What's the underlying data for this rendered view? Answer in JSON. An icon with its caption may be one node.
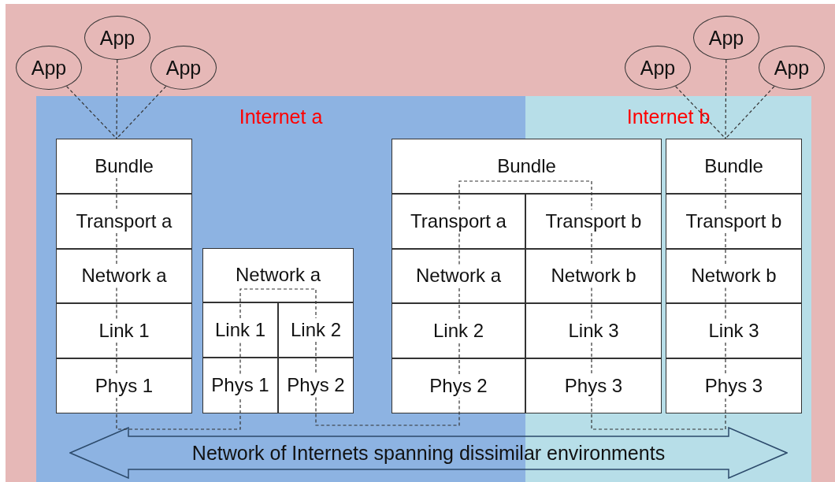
{
  "diagram": {
    "nodes": [
      {
        "text": [
          "App"
        ]
      },
      {
        "text": [
          "App"
        ]
      },
      {
        "text": [
          "App"
        ]
      },
      {
        "text": [
          "App"
        ]
      },
      {
        "text": [
          "App"
        ]
      },
      {
        "text": [
          "App"
        ]
      },
      {
        "text": [
          "Internet a"
        ]
      },
      {
        "text": [
          "Internet b"
        ]
      },
      {
        "text": [
          "Bundle"
        ],
        "in": 6
      },
      {
        "text": [
          "Transport a"
        ],
        "in": 6
      },
      {
        "text": [
          "Network a"
        ],
        "in": 6
      },
      {
        "text": [
          "Link 1"
        ],
        "in": 6
      },
      {
        "text": [
          "Phys 1"
        ],
        "in": 6
      },
      {
        "text": [
          "Network a"
        ],
        "in": 6
      },
      {
        "text": [
          "Link 1"
        ],
        "in": 6
      },
      {
        "text": [
          "Link 2"
        ],
        "in": 6
      },
      {
        "text": [
          "Phys 1"
        ],
        "in": 6
      },
      {
        "text": [
          "Phys 2"
        ],
        "in": 6
      },
      {
        "text": [
          "Bundle"
        ]
      },
      {
        "text": [
          "Transport a"
        ],
        "in": 6
      },
      {
        "text": [
          "Transport b"
        ],
        "in": 7
      },
      {
        "text": [
          "Network a"
        ],
        "in": 6
      },
      {
        "text": [
          "Network b"
        ],
        "in": 7
      },
      {
        "text": [
          "Link 2"
        ],
        "in": 6
      },
      {
        "text": [
          "Link 3"
        ],
        "in": 7
      },
      {
        "text": [
          "Phys 2"
        ],
        "in": 6
      },
      {
        "text": [
          "Phys 3"
        ],
        "in": 7
      },
      {
        "text": [
          "Bundle"
        ],
        "in": 7
      },
      {
        "text": [
          "Transport b"
        ],
        "in": 7
      },
      {
        "text": [
          "Network b"
        ],
        "in": 7
      },
      {
        "text": [
          "Link 3"
        ],
        "in": 7
      },
      {
        "text": [
          "Phys 3"
        ],
        "in": 7
      },
      {
        "text": [
          "Network of Internets spanning dissimilar environments"
        ]
      }
    ],
    "edges": [
      {
        "from": 0,
        "to": 8,
        "arrow": "none",
        "style": "dashed"
      },
      {
        "from": 1,
        "to": 8,
        "arrow": "none",
        "style": "dashed"
      },
      {
        "from": 2,
        "to": 8,
        "arrow": "none",
        "style": "dashed"
      },
      {
        "from": 3,
        "to": 27,
        "arrow": "none",
        "style": "dashed"
      },
      {
        "from": 4,
        "to": 27,
        "arrow": "none",
        "style": "dashed"
      },
      {
        "from": 5,
        "to": 27,
        "arrow": "none",
        "style": "dashed"
      },
      {
        "from": 8,
        "to": 9,
        "arrow": "none",
        "style": "dashed"
      },
      {
        "from": 9,
        "to": 10,
        "arrow": "none",
        "style": "dashed"
      },
      {
        "from": 10,
        "to": 11,
        "arrow": "none",
        "style": "dashed"
      },
      {
        "from": 11,
        "to": 12,
        "arrow": "none",
        "style": "dashed"
      },
      {
        "from": 12,
        "to": 16,
        "arrow": "none",
        "style": "dashed"
      },
      {
        "from": 16,
        "to": 14,
        "arrow": "none",
        "style": "dashed"
      },
      {
        "from": 14,
        "to": 13,
        "arrow": "none",
        "style": "dashed"
      },
      {
        "from": 13,
        "to": 15,
        "arrow": "none",
        "style": "dashed"
      },
      {
        "from": 15,
        "to": 17,
        "arrow": "none",
        "style": "dashed"
      },
      {
        "from": 17,
        "to": 25,
        "arrow": "none",
        "style": "dashed"
      },
      {
        "from": 25,
        "to": 23,
        "arrow": "none",
        "style": "dashed"
      },
      {
        "from": 23,
        "to": 21,
        "arrow": "none",
        "style": "dashed"
      },
      {
        "from": 21,
        "to": 19,
        "arrow": "none",
        "style": "dashed"
      },
      {
        "from": 19,
        "to": 18,
        "arrow": "none",
        "style": "dashed"
      },
      {
        "from": 18,
        "to": 20,
        "arrow": "none",
        "style": "dashed"
      },
      {
        "from": 20,
        "to": 22,
        "arrow": "none",
        "style": "dashed"
      },
      {
        "from": 22,
        "to": 24,
        "arrow": "none",
        "style": "dashed"
      },
      {
        "from": 24,
        "to": 26,
        "arrow": "none",
        "style": "dashed"
      },
      {
        "from": 26,
        "to": 31,
        "arrow": "none",
        "style": "dashed"
      },
      {
        "from": 27,
        "to": 28,
        "arrow": "none",
        "style": "dashed"
      },
      {
        "from": 28,
        "to": 29,
        "arrow": "none",
        "style": "dashed"
      },
      {
        "from": 29,
        "to": 30,
        "arrow": "none",
        "style": "dashed"
      },
      {
        "from": 30,
        "to": 31,
        "arrow": "none",
        "style": "dashed"
      }
    ]
  }
}
